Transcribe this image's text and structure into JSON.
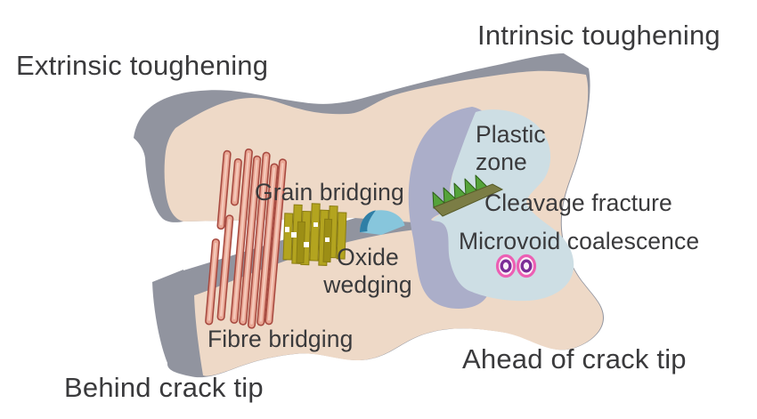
{
  "figure": {
    "labels": {
      "extrinsic": "Extrinsic toughening",
      "intrinsic": "Intrinsic toughening",
      "behind": "Behind crack tip",
      "ahead": "Ahead of crack tip",
      "plastic_line1": "Plastic",
      "plastic_line2": "zone",
      "grain": "Grain bridging",
      "cleavage": "Cleavage fracture",
      "microvoid": "Microvoid coalescence",
      "oxide_line1": "Oxide",
      "oxide_line2": "wedging",
      "fibre": "Fibre bridging"
    },
    "colors": {
      "background": "#ffffff",
      "body": "#eed9c7",
      "edge_gray": "#91949f",
      "crack_white": "#ffffff",
      "plastic_zone_fill": "#cddee4",
      "plastic_zone_rim": "#abaec9",
      "fibre_fill": "#e9a795",
      "fibre_outline": "#a84b41",
      "fibre_highlight": "#f5c9ba",
      "grain_fill": "#b3a41f",
      "grain_outline": "#8a7c12",
      "oxide_light": "#87c6dc",
      "oxide_dark": "#2f7fa6",
      "cleavage_plane": "#7b7d45",
      "cleavage_teeth": "#55a33a",
      "microvoid_ring": "#ec5fb4",
      "microvoid_core": "#7c2d97",
      "text": "#3a3a3c"
    },
    "icons": {
      "fibres": "fibre-bundle-icon",
      "grains": "grain-stack-icon",
      "oxide": "oxide-wedge-icon",
      "cleavage": "cleavage-steps-icon",
      "microvoids": "microvoid-pair-icon"
    }
  }
}
